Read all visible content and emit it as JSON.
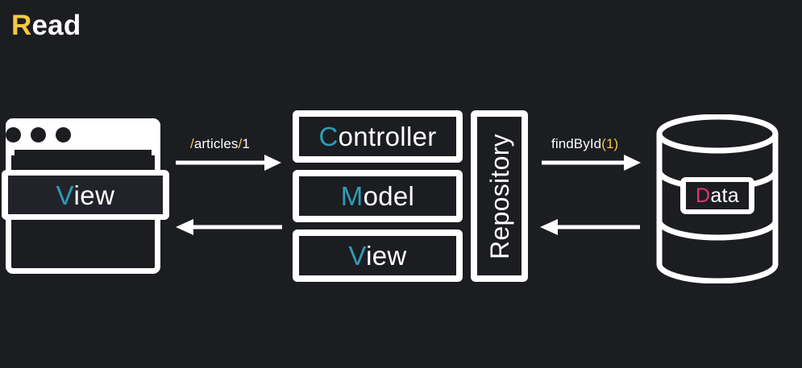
{
  "page": {
    "title": "Read",
    "title_accent_letter": "R",
    "title_rest": "ead",
    "background_color": "#1c1d21"
  },
  "colors": {
    "background": "#1c1d21",
    "stroke": "#ffffff",
    "accent_yellow": "#f5c842",
    "accent_teal": "#2f9cb8",
    "accent_pink": "#e8336b",
    "text": "#ffffff"
  },
  "browser": {
    "name": "browser-window",
    "dots": [
      "dot-1",
      "dot-2",
      "dot-3"
    ],
    "band": {
      "label": "View",
      "accent_letter": "V",
      "rest": "iew",
      "accent_color": "#2f9cb8"
    }
  },
  "mvc": {
    "boxes": [
      {
        "label": "Controller",
        "accent_letter": "C",
        "rest": "ontroller",
        "accent_color": "#2f9cb8"
      },
      {
        "label": "Model",
        "accent_letter": "M",
        "rest": "odel",
        "accent_color": "#2f9cb8"
      },
      {
        "label": "View",
        "accent_letter": "V",
        "rest": "iew",
        "accent_color": "#2f9cb8"
      }
    ]
  },
  "repository": {
    "label": "Repository",
    "accent_letter": "R",
    "rest": "epository",
    "accent_color": "#e8336b",
    "orientation": "vertical-bottom-to-top"
  },
  "database": {
    "name": "database-cylinder",
    "label": "Data",
    "accent_letter": "D",
    "rest": "ata",
    "accent_color": "#e8336b"
  },
  "arrows": [
    {
      "name": "arrow-request-view-to-controller",
      "direction": "right",
      "label": "/articles/1",
      "label_parts": [
        {
          "text": "/",
          "color": "#f5c842"
        },
        {
          "text": "articles",
          "color": "#ffffff"
        },
        {
          "text": "/",
          "color": "#f5c842"
        },
        {
          "text": "1",
          "color": "#ffffff"
        }
      ]
    },
    {
      "name": "arrow-response-controller-to-view",
      "direction": "left",
      "label": ""
    },
    {
      "name": "arrow-query-repository-to-database",
      "direction": "right",
      "label": "findById(1)",
      "label_parts": [
        {
          "text": "findById",
          "color": "#ffffff"
        },
        {
          "text": "(1)",
          "color": "#f5c842"
        }
      ]
    },
    {
      "name": "arrow-result-database-to-repository",
      "direction": "left",
      "label": ""
    }
  ]
}
